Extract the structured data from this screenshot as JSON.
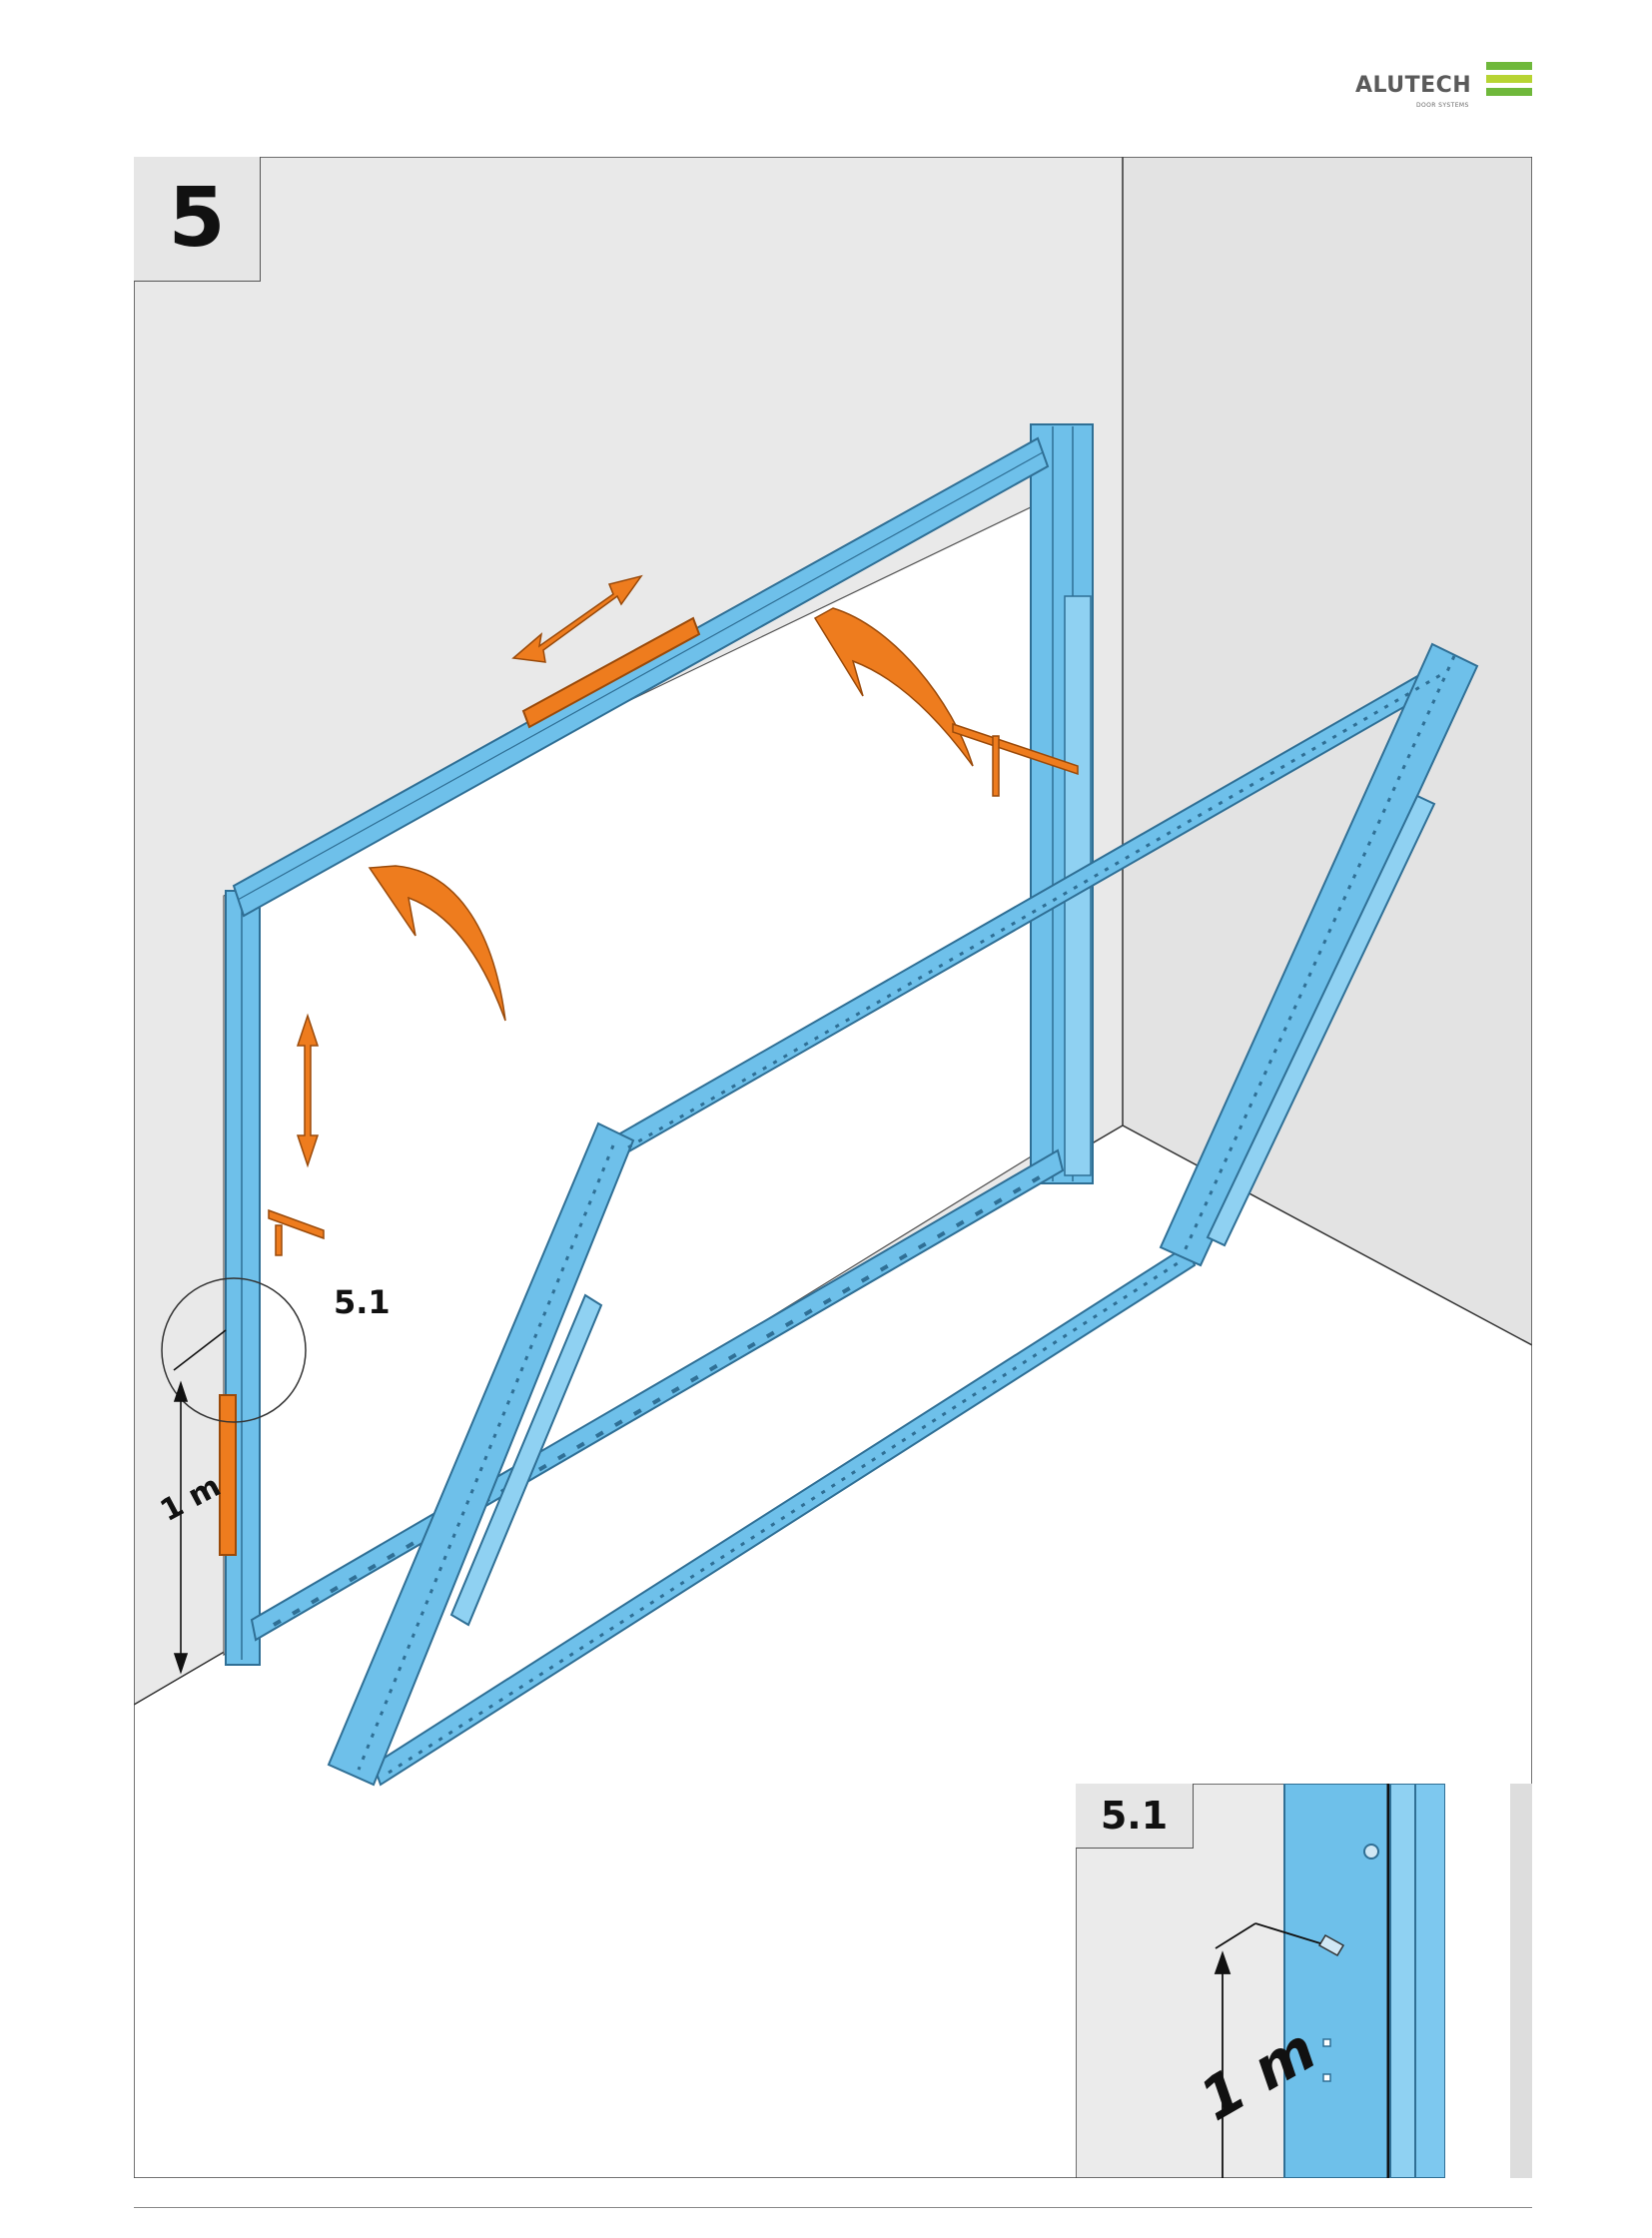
{
  "brand": {
    "name": "ALUTECH",
    "tagline": "DOOR SYSTEMS",
    "stripe_colors": [
      "#6fb83b",
      "#b7d433",
      "#6fb83b"
    ]
  },
  "step": {
    "number": "5"
  },
  "callout": {
    "label": "5.1"
  },
  "dimension": {
    "main_label": "1 m",
    "inset_label": "1 m"
  },
  "inset": {
    "label": "5.1"
  },
  "colors": {
    "wall": "#e9e9e9",
    "frame": "#6ec0ea",
    "frame_edge": "#2f6f95",
    "accent": "#ee7c1e",
    "accent_edge": "#9a4a0a",
    "line": "#333333"
  }
}
